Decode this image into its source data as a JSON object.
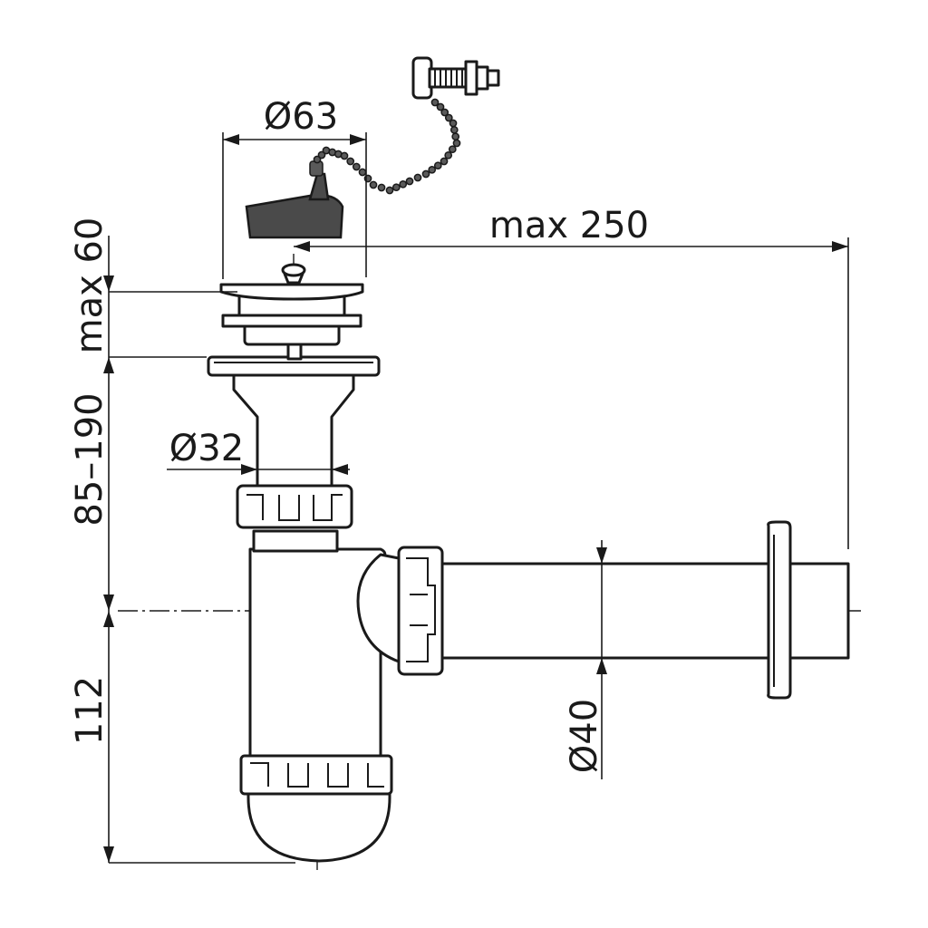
{
  "dimensions": {
    "plug_diameter": "Ø63",
    "outlet_distance": "max 250",
    "sink_thickness": "max 60",
    "inlet_height": "85–190",
    "inlet_diameter": "Ø32",
    "outlet_diameter": "Ø40",
    "bottle_depth": "112"
  }
}
